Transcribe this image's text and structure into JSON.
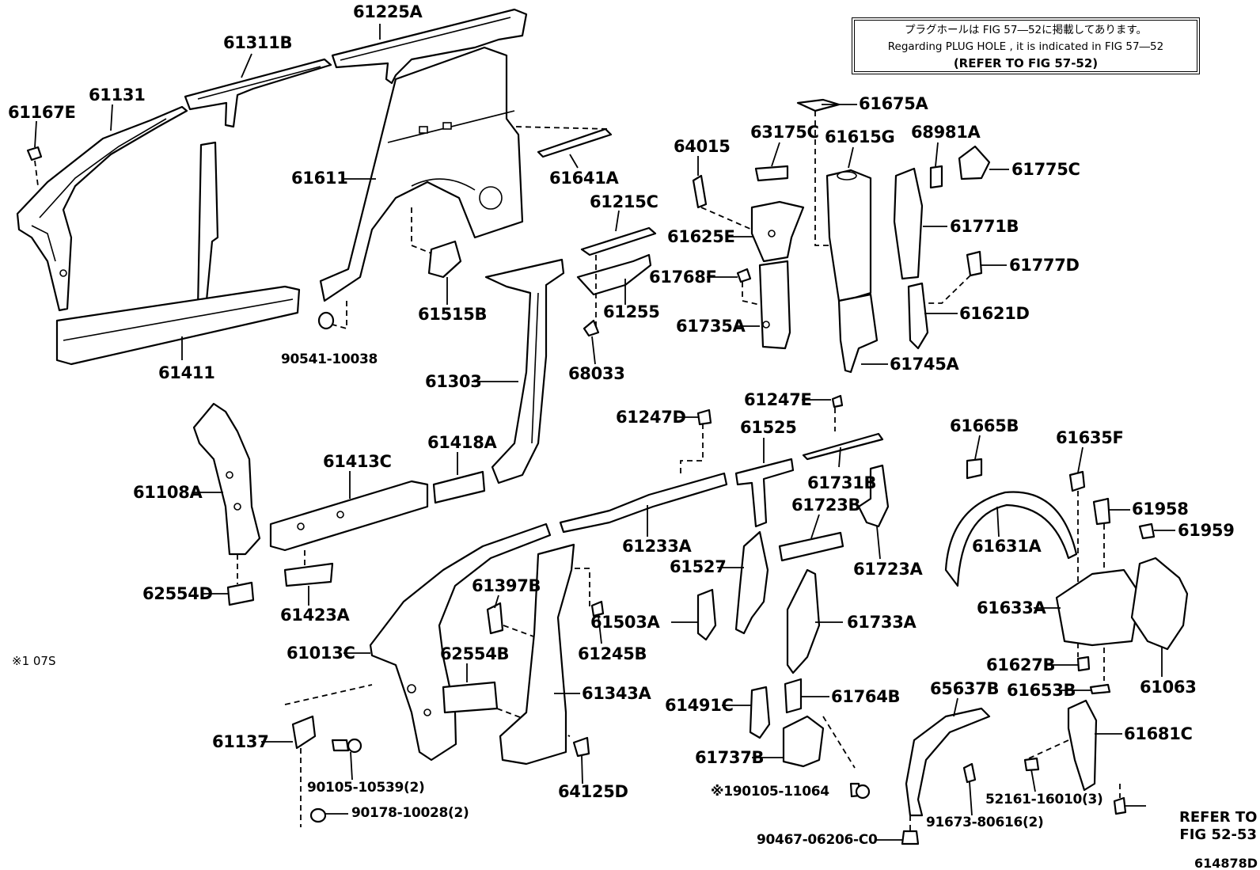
{
  "note": {
    "line1": "プラグホールは FIG  57―52に掲載してあります。",
    "line2": "Regarding  PLUG  HOLE , it is indicated in  FIG  57―52",
    "line3": "(REFER TO FIG 57-52)"
  },
  "refer": {
    "line1": "REFER TO",
    "line2": "FIG 52-53"
  },
  "figure_code": "614878D",
  "footnote": "※1 07S",
  "labels": {
    "p61225A": "61225A",
    "p61311B": "61311B",
    "p61131": "61131",
    "p61167E": "61167E",
    "p61611": "61611",
    "p61641A": "61641A",
    "p61215C": "61215C",
    "p61515B": "61515B",
    "p61255": "61255",
    "p68033": "68033",
    "p90541": "90541-10038",
    "p61411": "61411",
    "p61303": "61303",
    "p61675A": "61675A",
    "p64015": "64015",
    "p63175C": "63175C",
    "p61615G": "61615G",
    "p68981A": "68981A",
    "p61775C": "61775C",
    "p61625E": "61625E",
    "p61771B": "61771B",
    "p61768F": "61768F",
    "p61777D": "61777D",
    "p61735A": "61735A",
    "p61621D": "61621D",
    "p61745A": "61745A",
    "p61247D": "61247D",
    "p61247E": "61247E",
    "p61525": "61525",
    "p61665B": "61665B",
    "p61635F": "61635F",
    "p61108A": "61108A",
    "p61413C": "61413C",
    "p61418A": "61418A",
    "p61731B": "61731B",
    "p61723B": "61723B",
    "p61958": "61958",
    "p61959": "61959",
    "p61233A": "61233A",
    "p61631A": "61631A",
    "p61723A": "61723A",
    "p62554D": "62554D",
    "p61423A": "61423A",
    "p61527": "61527",
    "p61397B": "61397B",
    "p61503A": "61503A",
    "p61733A": "61733A",
    "p61633A": "61633A",
    "p61013C": "61013C",
    "p62554B": "62554B",
    "p61245B": "61245B",
    "p61627B": "61627B",
    "p61063": "61063",
    "p61343A": "61343A",
    "p61653B": "61653B",
    "p61491C": "61491C",
    "p61764B": "61764B",
    "p65637B": "65637B",
    "p61137": "61137",
    "p61681C": "61681C",
    "p61737B": "61737B",
    "p90105a": "90105-10539(2)",
    "p90105b": "※190105-11064",
    "p52161": "52161-16010(3)",
    "p64125D": "64125D",
    "p90178": "90178-10028(2)",
    "p91673": "91673-80616(2)",
    "p90467": "90467-06206-C0"
  }
}
